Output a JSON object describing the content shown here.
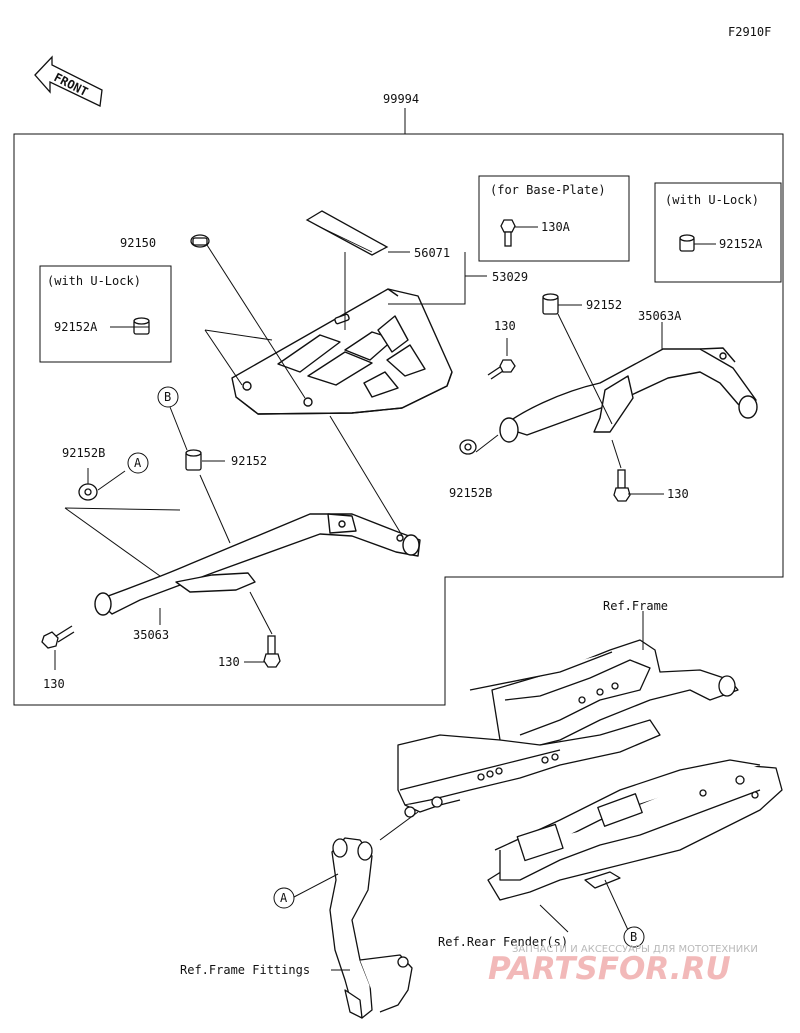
{
  "figure_code": "F2910F",
  "front_arrow": {
    "label": "FRONT"
  },
  "assembly_number": "99994",
  "notes": {
    "base_plate": "(for Base-Plate)",
    "u_lock_right": "(with U-Lock)",
    "u_lock_left": "(with U-Lock)"
  },
  "parts": {
    "p92150": "92150",
    "p56071": "56071",
    "p53029": "53029",
    "p130A": "130A",
    "p92152A_right": "92152A",
    "p92152A_left": "92152A",
    "p92152_upper": "92152",
    "p35063A": "35063A",
    "p130_right_top": "130",
    "p92152B_right": "92152B",
    "p130_right_bottom": "130",
    "p92152_left": "92152",
    "p92152B_left": "92152B",
    "p35063": "35063",
    "p130_left_bottom": "130",
    "p130_left_mid": "130"
  },
  "callouts": {
    "a1": "A",
    "b1": "B",
    "a2": "A",
    "b2": "B"
  },
  "references": {
    "frame": "Ref.Frame",
    "rear_fender": "Ref.Rear Fender(s)",
    "frame_fittings": "Ref.Frame Fittings"
  },
  "watermark": {
    "tagline": "ЗАПЧАСТИ И АКСЕССУАРЫ ДЛЯ МОТОТЕХНИКИ",
    "brand": "PARTSFOR.RU"
  },
  "colors": {
    "line": "#111111",
    "watermark": "#f2b9b9"
  }
}
